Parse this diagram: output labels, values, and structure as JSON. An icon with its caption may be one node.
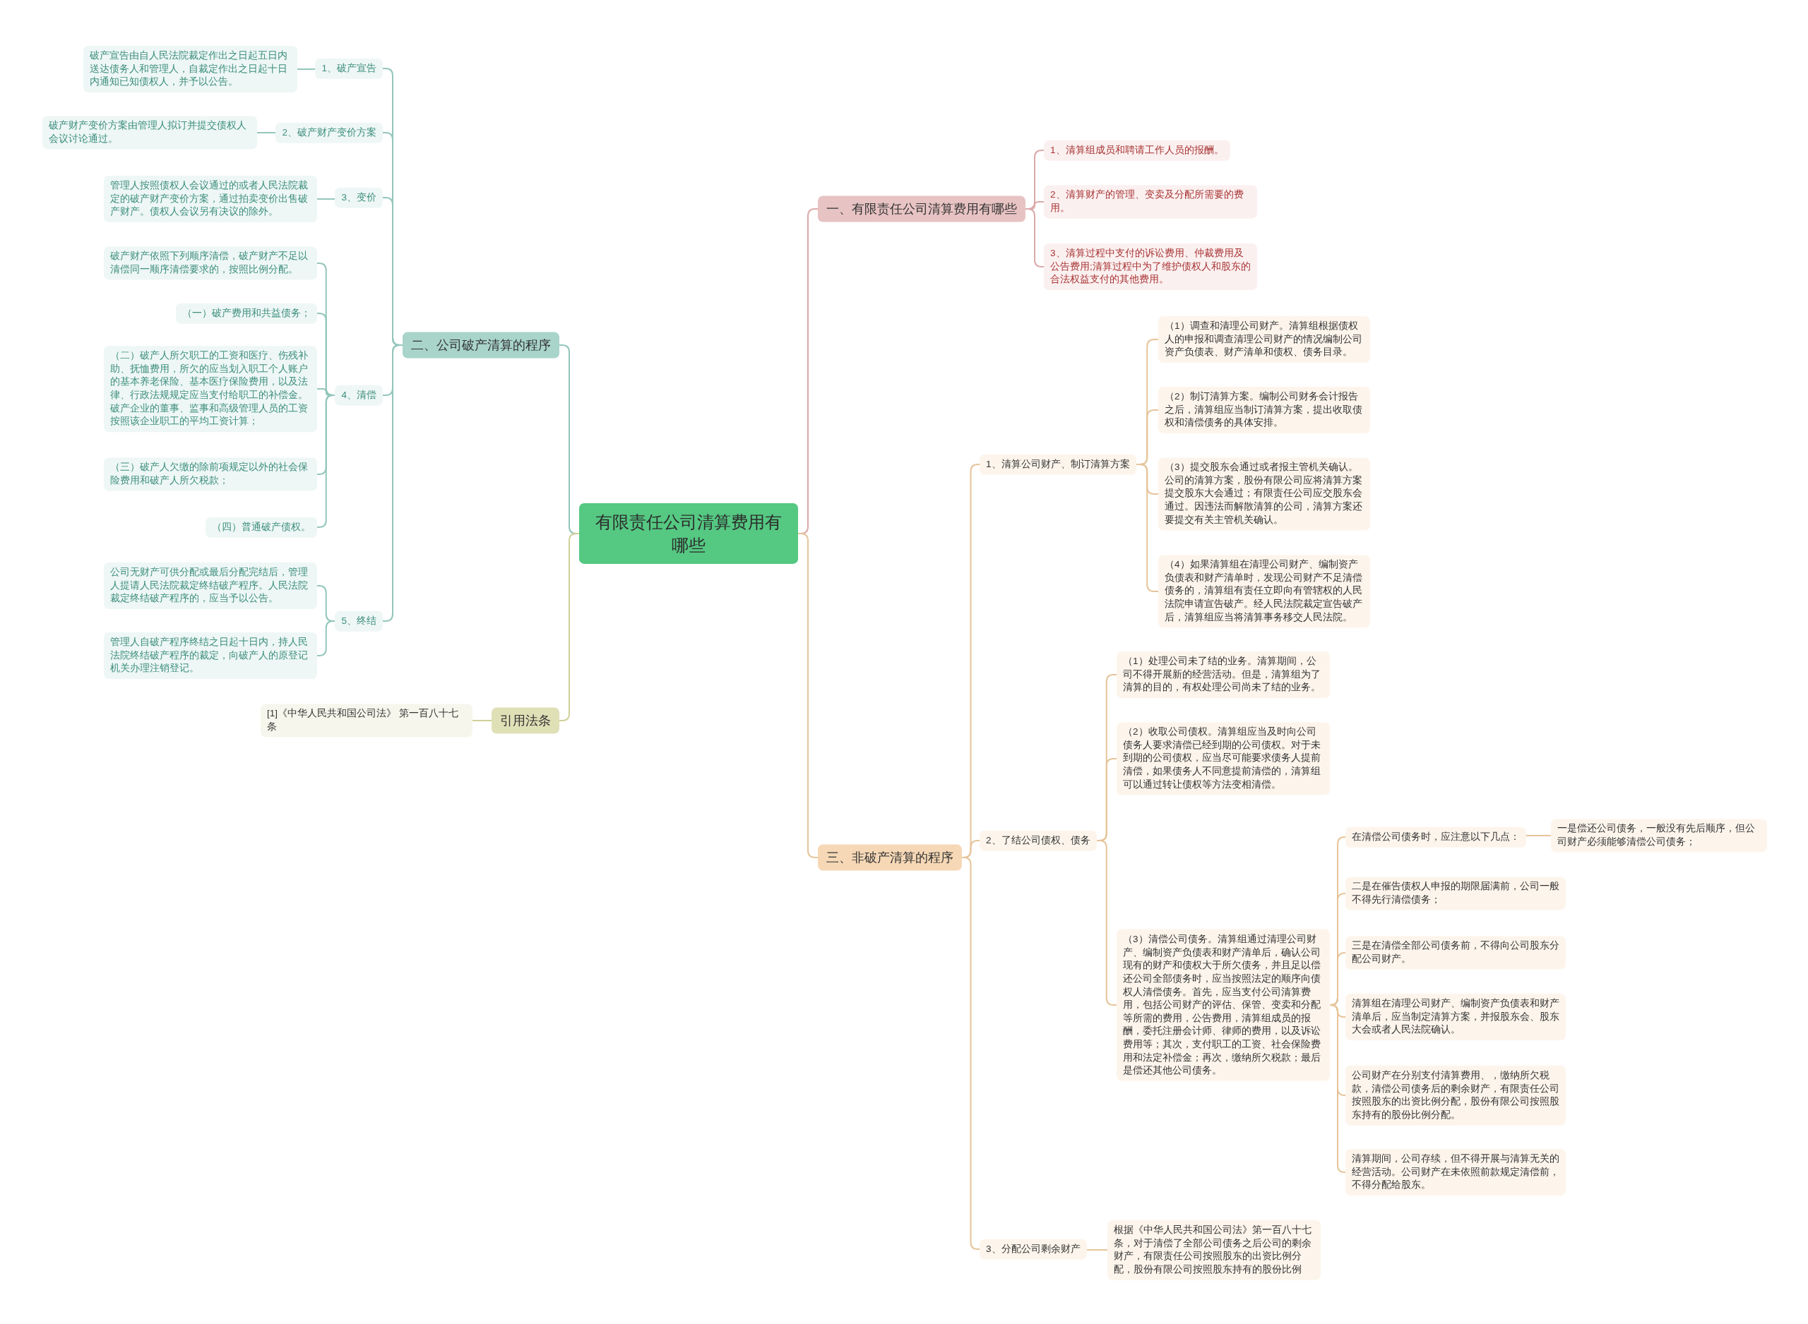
{
  "diagram": {
    "nodes": [
      {
        "text": [
          "有限责任公司清算费用有哪些"
        ]
      },
      {
        "text": [
          "一、有限责任公司清算费用有哪些"
        ]
      },
      {
        "text": [
          "1、清算组成员和聘请工作人员的报酬。"
        ]
      },
      {
        "text": [
          "2、清算财产的管理、变卖及分配所需要的费用。"
        ]
      },
      {
        "text": [
          "3、清算过程中支付的诉讼费用、仲裁费用及公告费用;清算过程中为了维护债权人和股东的合法权益支付的其他费用。"
        ]
      },
      {
        "text": [
          "三、非破产清算的程序"
        ]
      },
      {
        "text": [
          "1、清算公司财产、制订清算方案"
        ]
      },
      {
        "text": [
          "（1）调查和清理公司财产。清算组根据债权人的申报和调查清理公司财产的情况编制公司资产负债表、财产清单和债权、债务目录。"
        ]
      },
      {
        "text": [
          "（2）制订清算方案。编制公司财务会计报告之后，清算组应当制订清算方案，提出收取债权和清偿债务的具体安排。"
        ]
      },
      {
        "text": [
          "（3）提交股东会通过或者报主管机关确认。公司的清算方案，股份有限公司应将清算方案提交股东大会通过；有限责任公司应交股东会通过。因违法而解散清算的公司，清算方案还要提交有关主管机关确认。"
        ]
      },
      {
        "text": [
          "（4）如果清算组在清理公司财产、编制资产负债表和财产清单时，发现公司财产不足清偿债务的，清算组有责任立即向有管辖权的人民法院申请宣告破产。经人民法院裁定宣告破产后，清算组应当将清算事务移交人民法院。"
        ]
      },
      {
        "text": [
          "2、了结公司债权、债务"
        ]
      },
      {
        "text": [
          "（1）处理公司未了结的业务。清算期间，公司不得开展新的经营活动。但是，清算组为了清算的目的，有权处理公司尚未了结的业务。"
        ]
      },
      {
        "text": [
          "（2）收取公司债权。清算组应当及时向公司债务人要求清偿已经到期的公司债权。对于未到期的公司债权，应当尽可能要求债务人提前清偿，如果债务人不同意提前清偿的，清算组可以通过转让债权等方法变相清偿。"
        ]
      },
      {
        "text": [
          "（3）清偿公司债务。清算组通过清理公司财产、编制资产负债表和财产清单后，确认公司现有的财产和债权大于所欠债务，并且足以偿还公司全部债务时，应当按照法定的顺序向债权人清偿债务。首先，应当支付公司清算费用，包括公司财产的评估、保管、变卖和分配等所需的费用，公告费用，清算组成员的报酬，委托注册会计师、律师的费用，以及诉讼费用等；其次，支付职工的工资、社会保险费用和法定补偿金；再次，缴纳所欠税款；最后是偿还其他公司债务。"
        ]
      },
      {
        "text": [
          "在清偿公司债务时，应注意以下几点："
        ]
      },
      {
        "text": [
          "一是偿还公司债务，一般没有先后顺序，但公司财产必须能够清偿公司债务；"
        ]
      },
      {
        "text": [
          "二是在催告债权人申报的期限届满前，公司一般不得先行清偿债务；"
        ]
      },
      {
        "text": [
          "三是在清偿全部公司债务前，不得向公司股东分配公司财产。"
        ]
      },
      {
        "text": [
          "清算组在清理公司财产、编制资产负债表和财产清单后，应当制定清算方案，并报股东会、股东大会或者人民法院确认。"
        ]
      },
      {
        "text": [
          "公司财产在分别支付清算费用、，缴纳所欠税款，清偿公司债务后的剩余财产，有限责任公司按照股东的出资比例分配，股份有限公司按照股东持有的股份比例分配。"
        ]
      },
      {
        "text": [
          "清算期间，公司存续，但不得开展与清算无关的经营活动。公司财产在未依照前款规定清偿前，不得分配给股东。"
        ]
      },
      {
        "text": [
          "3、分配公司剩余财产"
        ]
      },
      {
        "text": [
          "根据《中华人民共和国公司法》第一百八十七条，对于清偿了全部公司债务之后公司的剩余财产，有限责任公司按照股东的出资比例分配，股份有限公司按照股东持有的股份比例"
        ]
      },
      {
        "text": [
          "二、公司破产清算的程序"
        ]
      },
      {
        "text": [
          "1、破产宣告"
        ]
      },
      {
        "text": [
          "破产宣告由自人民法院裁定作出之日起五日内送达债务人和管理人，自裁定作出之日起十日内通知已知债权人，并予以公告。"
        ]
      },
      {
        "text": [
          "2、破产财产变价方案"
        ]
      },
      {
        "text": [
          "破产财产变价方案由管理人拟订并提交债权人会议讨论通过。"
        ]
      },
      {
        "text": [
          "3、变价"
        ]
      },
      {
        "text": [
          "管理人按照债权人会议通过的或者人民法院裁定的破产财产变价方案，通过拍卖变价出售破产财产。债权人会议另有决议的除外。"
        ]
      },
      {
        "text": [
          "4、清偿"
        ]
      },
      {
        "text": [
          "破产财产依照下列顺序清偿，破产财产不足以清偿同一顺序清偿要求的，按照比例分配。"
        ]
      },
      {
        "text": [
          "（一）破产费用和共益债务；"
        ]
      },
      {
        "text": [
          "（二）破产人所欠职工的工资和医疗、伤残补助、抚恤费用，所欠的应当划入职工个人账户的基本养老保险、基本医疗保险费用，以及法律、行政法规规定应当支付给职工的补偿金。破产企业的董事、监事和高级管理人员的工资按照该企业职工的平均工资计算；"
        ]
      },
      {
        "text": [
          "（三）破产人欠缴的除前项规定以外的社会保险费用和破产人所欠税款；"
        ]
      },
      {
        "text": [
          "（四）普通破产债权。"
        ]
      },
      {
        "text": [
          "5、终结"
        ]
      },
      {
        "text": [
          "公司无财产可供分配或最后分配完结后，管理人提请人民法院裁定终结破产程序。人民法院裁定终结破产程序的，应当予以公告。"
        ]
      },
      {
        "text": [
          "管理人自破产程序终结之日起十日内，持人民法院终结破产程序的裁定，向破产人的原登记机关办理注销登记。"
        ]
      },
      {
        "text": [
          "引用法条"
        ]
      },
      {
        "text": [
          "[1]《中华人民共和国公司法》 第一百八十七条"
        ]
      }
    ],
    "edges": [
      {
        "from": 0,
        "to": 1,
        "arrow": "none",
        "color": "#dca9a9"
      },
      {
        "from": 1,
        "to": 2,
        "arrow": "none",
        "color": "#dca9a9"
      },
      {
        "from": 1,
        "to": 3,
        "arrow": "none",
        "color": "#dca9a9"
      },
      {
        "from": 1,
        "to": 4,
        "arrow": "none",
        "color": "#dca9a9"
      },
      {
        "from": 0,
        "to": 5,
        "arrow": "none"
      },
      {
        "from": 5,
        "to": 6,
        "arrow": "none"
      },
      {
        "from": 6,
        "to": 7,
        "arrow": "none"
      },
      {
        "from": 6,
        "to": 8,
        "arrow": "none"
      },
      {
        "from": 6,
        "to": 9,
        "arrow": "none"
      },
      {
        "from": 6,
        "to": 10,
        "arrow": "none"
      },
      {
        "from": 5,
        "to": 11,
        "arrow": "none"
      },
      {
        "from": 11,
        "to": 12,
        "arrow": "none"
      },
      {
        "from": 11,
        "to": 13,
        "arrow": "none"
      },
      {
        "from": 11,
        "to": 14,
        "arrow": "none"
      },
      {
        "from": 14,
        "to": 15,
        "arrow": "none"
      },
      {
        "from": 15,
        "to": 16,
        "arrow": "none"
      },
      {
        "from": 14,
        "to": 17,
        "arrow": "none"
      },
      {
        "from": 14,
        "to": 18,
        "arrow": "none"
      },
      {
        "from": 14,
        "to": 19,
        "arrow": "none"
      },
      {
        "from": 14,
        "to": 20,
        "arrow": "none"
      },
      {
        "from": 14,
        "to": 21,
        "arrow": "none"
      },
      {
        "from": 5,
        "to": 22,
        "arrow": "none"
      },
      {
        "from": 22,
        "to": 23,
        "arrow": "none"
      },
      {
        "from": 0,
        "to": 24,
        "arrow": "none",
        "color": "#93c6bb"
      },
      {
        "from": 24,
        "to": 25,
        "arrow": "none",
        "color": "#93c6bb"
      },
      {
        "from": 25,
        "to": 26,
        "arrow": "none",
        "color": "#93c6bb"
      },
      {
        "from": 24,
        "to": 27,
        "arrow": "none",
        "color": "#93c6bb"
      },
      {
        "from": 27,
        "to": 28,
        "arrow": "none",
        "color": "#93c6bb"
      },
      {
        "from": 24,
        "to": 29,
        "arrow": "none",
        "color": "#93c6bb"
      },
      {
        "from": 29,
        "to": 30,
        "arrow": "none",
        "color": "#93c6bb"
      },
      {
        "from": 24,
        "to": 31,
        "arrow": "none",
        "color": "#93c6bb"
      },
      {
        "from": 31,
        "to": 32,
        "arrow": "none",
        "color": "#93c6bb"
      },
      {
        "from": 31,
        "to": 33,
        "arrow": "none",
        "color": "#93c6bb"
      },
      {
        "from": 31,
        "to": 34,
        "arrow": "none",
        "color": "#93c6bb"
      },
      {
        "from": 31,
        "to": 35,
        "arrow": "none",
        "color": "#93c6bb"
      },
      {
        "from": 31,
        "to": 36,
        "arrow": "none",
        "color": "#93c6bb"
      },
      {
        "from": 24,
        "to": 37,
        "arrow": "none",
        "color": "#93c6bb"
      },
      {
        "from": 37,
        "to": 38,
        "arrow": "none",
        "color": "#93c6bb"
      },
      {
        "from": 37,
        "to": 39,
        "arrow": "none",
        "color": "#93c6bb"
      },
      {
        "from": 0,
        "to": 40,
        "arrow": "none",
        "color": "#cfd09a"
      },
      {
        "from": 40,
        "to": 41,
        "arrow": "none",
        "color": "#cfd09a"
      }
    ]
  }
}
